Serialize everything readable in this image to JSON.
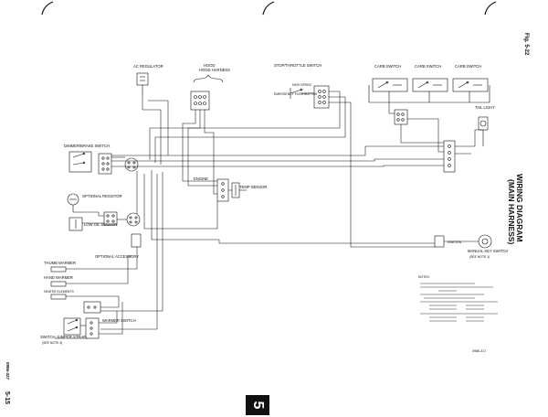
{
  "page": {
    "title": "WIRING DIAGRAM",
    "subtitle": "(MAIN HARNESS)",
    "figure": "Fig. 5-22",
    "page_number": "5-15",
    "doc_code": "0986-327",
    "section_tab": "5",
    "ref_code": "0986-317"
  },
  "labels": {
    "ac_regulator": "AC REGULATOR",
    "hood_harness": "HOOD HARNESS",
    "stop_throttle_switch": "STOP/THROTTLE SWITCH",
    "emergency_push_button": "EMERGENCY PUSH BUTTON",
    "high_speed": "HIGH SPEED",
    "carb_switch_1": "CARB SWITCH",
    "carb_switch_2": "CARB SWITCH",
    "carb_switch_3": "CARB SWITCH",
    "tail_light": "TAIL LIGHT",
    "dimmer_brake_switch": "DIMMER/BRAKE SWITCH",
    "optional_resistor": "OPTIONAL RESISTOR",
    "low_oil_sensor": "LOW OIL SENSOR",
    "engine": "ENGINE",
    "temp_sensor": "TEMP SENSOR",
    "optional_accessory": "OPTIONAL ACCESSORY",
    "thumb_warmer": "THUMB WARMER",
    "hand_warmer": "HAND WARMER",
    "heater_elements": "HEATER ELEMENTS",
    "warmer_switch": "WARMER SWITCH",
    "switch_jumper_strap": "SWITCH JUMPER STRAP",
    "see_note_4": "(SEE NOTE 4)",
    "manual_key_switch": "MANUAL KEY SWITCH",
    "see_note_1": "(SEE NOTE 1)",
    "ignition": "IGNITION",
    "notes": "NOTES:"
  },
  "colors": {
    "ink": "#111111",
    "paper": "#ffffff",
    "tab": "#111111"
  }
}
